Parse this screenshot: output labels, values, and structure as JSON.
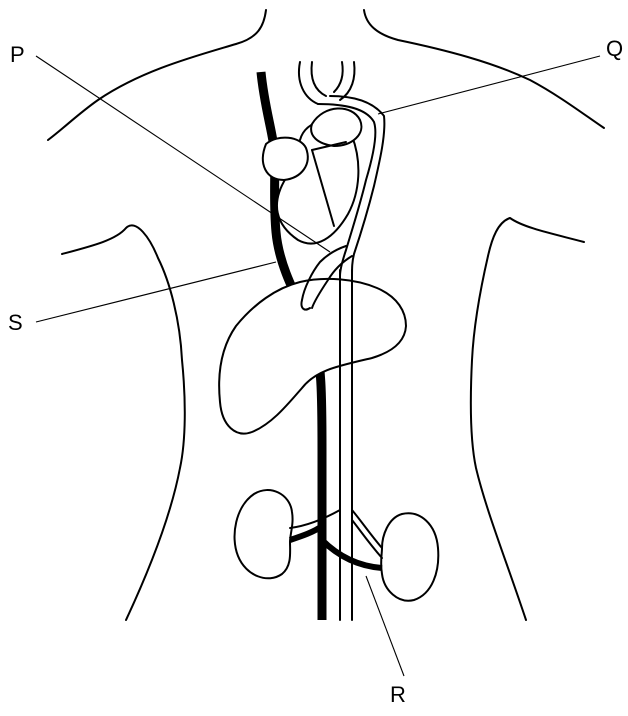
{
  "labels": {
    "P": "P",
    "Q": "Q",
    "R": "R",
    "S": "S"
  },
  "colors": {
    "line": "#000000",
    "background": "#ffffff"
  }
}
